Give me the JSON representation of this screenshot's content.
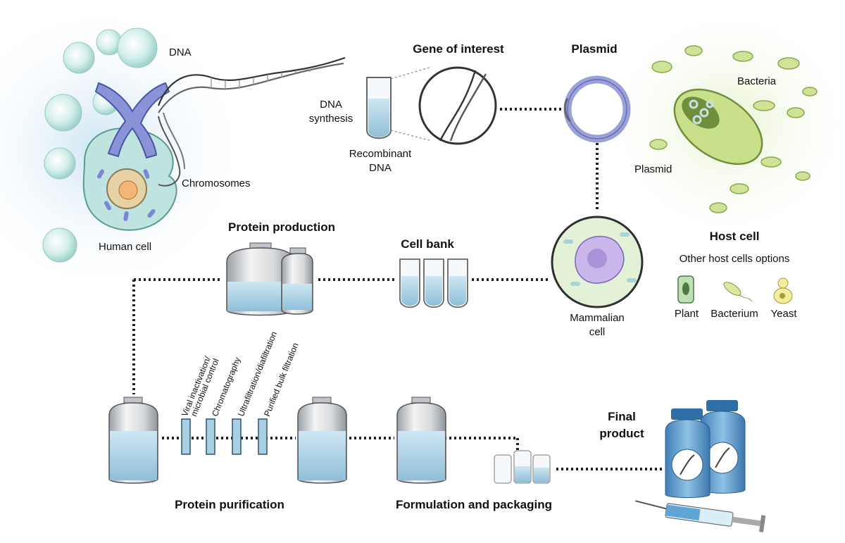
{
  "labels": {
    "dna": "DNA",
    "gene_of_interest": "Gene of interest",
    "plasmid_top": "Plasmid",
    "bacteria": "Bacteria",
    "dna_synthesis_1": "DNA",
    "dna_synthesis_2": "synthesis",
    "recombinant_1": "Recombinant",
    "recombinant_2": "DNA",
    "chromosomes": "Chromosomes",
    "plasmid_side": "Plasmid",
    "human_cell": "Human cell",
    "protein_production": "Protein production",
    "cell_bank": "Cell bank",
    "host_cell": "Host cell",
    "other_host_options": "Other host cells options",
    "plant": "Plant",
    "bacterium": "Bacterium",
    "yeast": "Yeast",
    "mammalian_1": "Mammalian",
    "mammalian_2": "cell",
    "step_viral_1": "Viral inactivation/",
    "step_viral_2": "microbial control",
    "step_chromatography": "Chromatography",
    "step_ultra": "Ultrafiltration/diafiltration",
    "step_bulk": "Purified bulk filtration",
    "final_1": "Final",
    "final_2": "product",
    "protein_purification": "Protein purification",
    "formulation": "Formulation and packaging"
  },
  "colors": {
    "liquid": "#a9cfe3",
    "human_cell_glow": "#cfe6f2",
    "cell_teal": "#bfe3de",
    "chromosome": "#8a93d6",
    "bacteria_green": "#c9e08a",
    "bacteria_dark": "#6f8f3c",
    "plasmid": "#9aa0d8",
    "nucleus": "#b7a6e0",
    "dotted_line": "#222222"
  },
  "icons": [
    "human-cell-icon",
    "chromosome-icon",
    "dna-helix-icon",
    "test-tube-icon",
    "magnifier-icon",
    "plasmid-ring-icon",
    "bacteria-icon",
    "mammalian-cell-icon",
    "bioreactor-icon",
    "tube-icon",
    "filter-icon",
    "tank-icon",
    "vial-icon",
    "bottle-icon",
    "syringe-icon",
    "plant-cell-icon",
    "bacterium-icon",
    "yeast-icon"
  ]
}
